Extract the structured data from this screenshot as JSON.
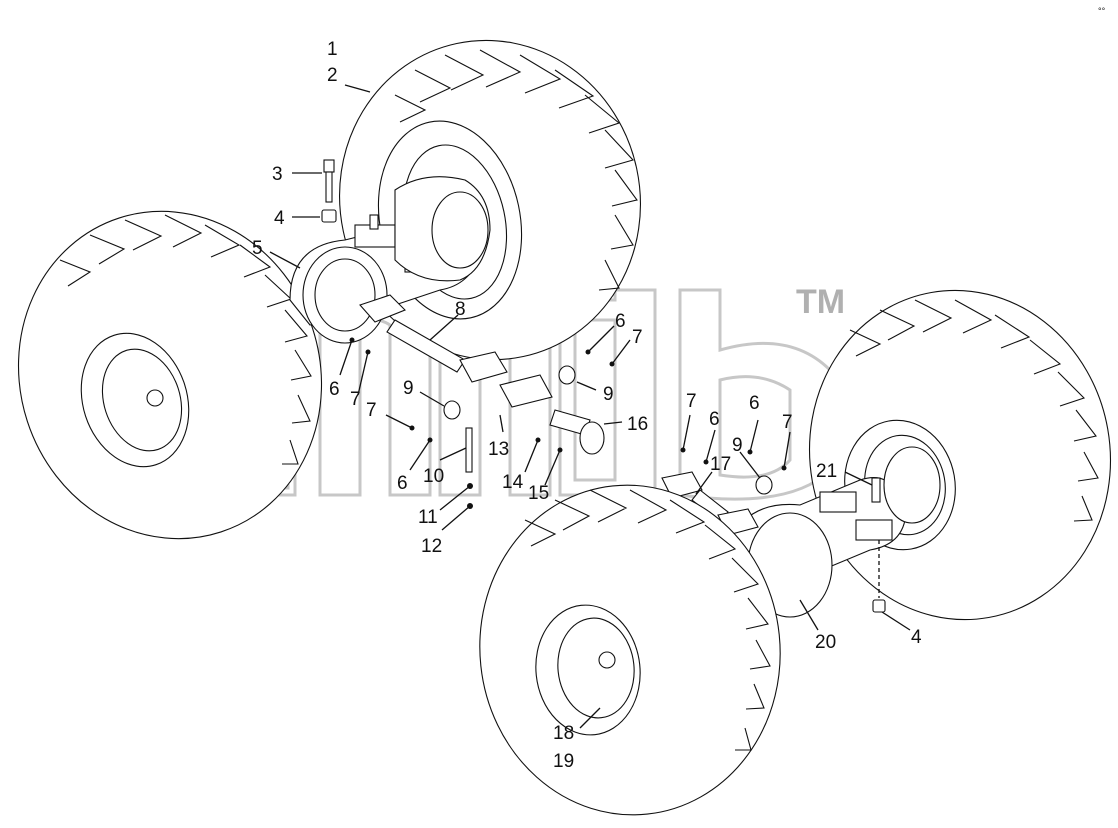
{
  "watermark": {
    "mark": "TM"
  },
  "callouts": [
    {
      "id": "c1",
      "text": "1"
    },
    {
      "id": "c2",
      "text": "2"
    },
    {
      "id": "c3",
      "text": "3"
    },
    {
      "id": "c4a",
      "text": "4"
    },
    {
      "id": "c5",
      "text": "5"
    },
    {
      "id": "c6a",
      "text": "6"
    },
    {
      "id": "c7a",
      "text": "7"
    },
    {
      "id": "c8",
      "text": "8"
    },
    {
      "id": "c6b",
      "text": "6"
    },
    {
      "id": "c7b",
      "text": "7"
    },
    {
      "id": "c9a",
      "text": "9"
    },
    {
      "id": "c9b",
      "text": "9"
    },
    {
      "id": "c7c",
      "text": "7"
    },
    {
      "id": "c6c",
      "text": "6"
    },
    {
      "id": "c10",
      "text": "10"
    },
    {
      "id": "c11",
      "text": "11"
    },
    {
      "id": "c12",
      "text": "12"
    },
    {
      "id": "c13",
      "text": "13"
    },
    {
      "id": "c14",
      "text": "14"
    },
    {
      "id": "c15",
      "text": "15"
    },
    {
      "id": "c16",
      "text": "16"
    },
    {
      "id": "c7d",
      "text": "7"
    },
    {
      "id": "c6d",
      "text": "6"
    },
    {
      "id": "c17",
      "text": "17"
    },
    {
      "id": "c9c",
      "text": "9"
    },
    {
      "id": "c6e",
      "text": "6"
    },
    {
      "id": "c7e",
      "text": "7"
    },
    {
      "id": "c21",
      "text": "21"
    },
    {
      "id": "c20",
      "text": "20"
    },
    {
      "id": "c4b",
      "text": "4"
    },
    {
      "id": "c18",
      "text": "18"
    },
    {
      "id": "c19",
      "text": "19"
    }
  ]
}
